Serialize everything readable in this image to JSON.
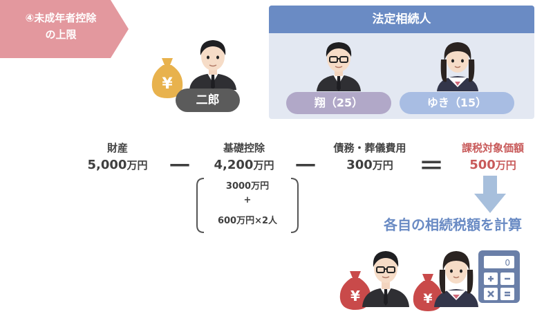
{
  "step": {
    "line1": "④未成年者控除",
    "line2": "の上限"
  },
  "heirs": {
    "title": "法定相続人",
    "sho": "翔（25）",
    "yuki": "ゆき（15）"
  },
  "decedent": {
    "name": "二郎"
  },
  "formula": {
    "assets": {
      "label": "財産",
      "value": "5,000",
      "unit": "万円"
    },
    "basic_deduction": {
      "label": "基礎控除",
      "value": "4,200",
      "unit": "万円"
    },
    "debts": {
      "label": "債務・葬儀費用",
      "value": "300",
      "unit": "万円"
    },
    "taxable": {
      "label": "課税対象価額",
      "value": "500",
      "unit": "万円"
    },
    "minus1": "－",
    "minus2": "－",
    "equals": "＝",
    "breakdown": {
      "line1": "3000万円",
      "line2": "+",
      "line3": "600万円×2人"
    }
  },
  "calc_caption": "各自の相続税額を計算",
  "icons": {
    "yen": "¥"
  },
  "colors": {
    "banner": "#e3989e",
    "panel_header": "#6a8bc4",
    "accent_red": "#c85a5a",
    "arrow": "#a7bfdc",
    "money_bag_gold": "#e8b24d",
    "money_bag_red": "#c94a4a"
  }
}
